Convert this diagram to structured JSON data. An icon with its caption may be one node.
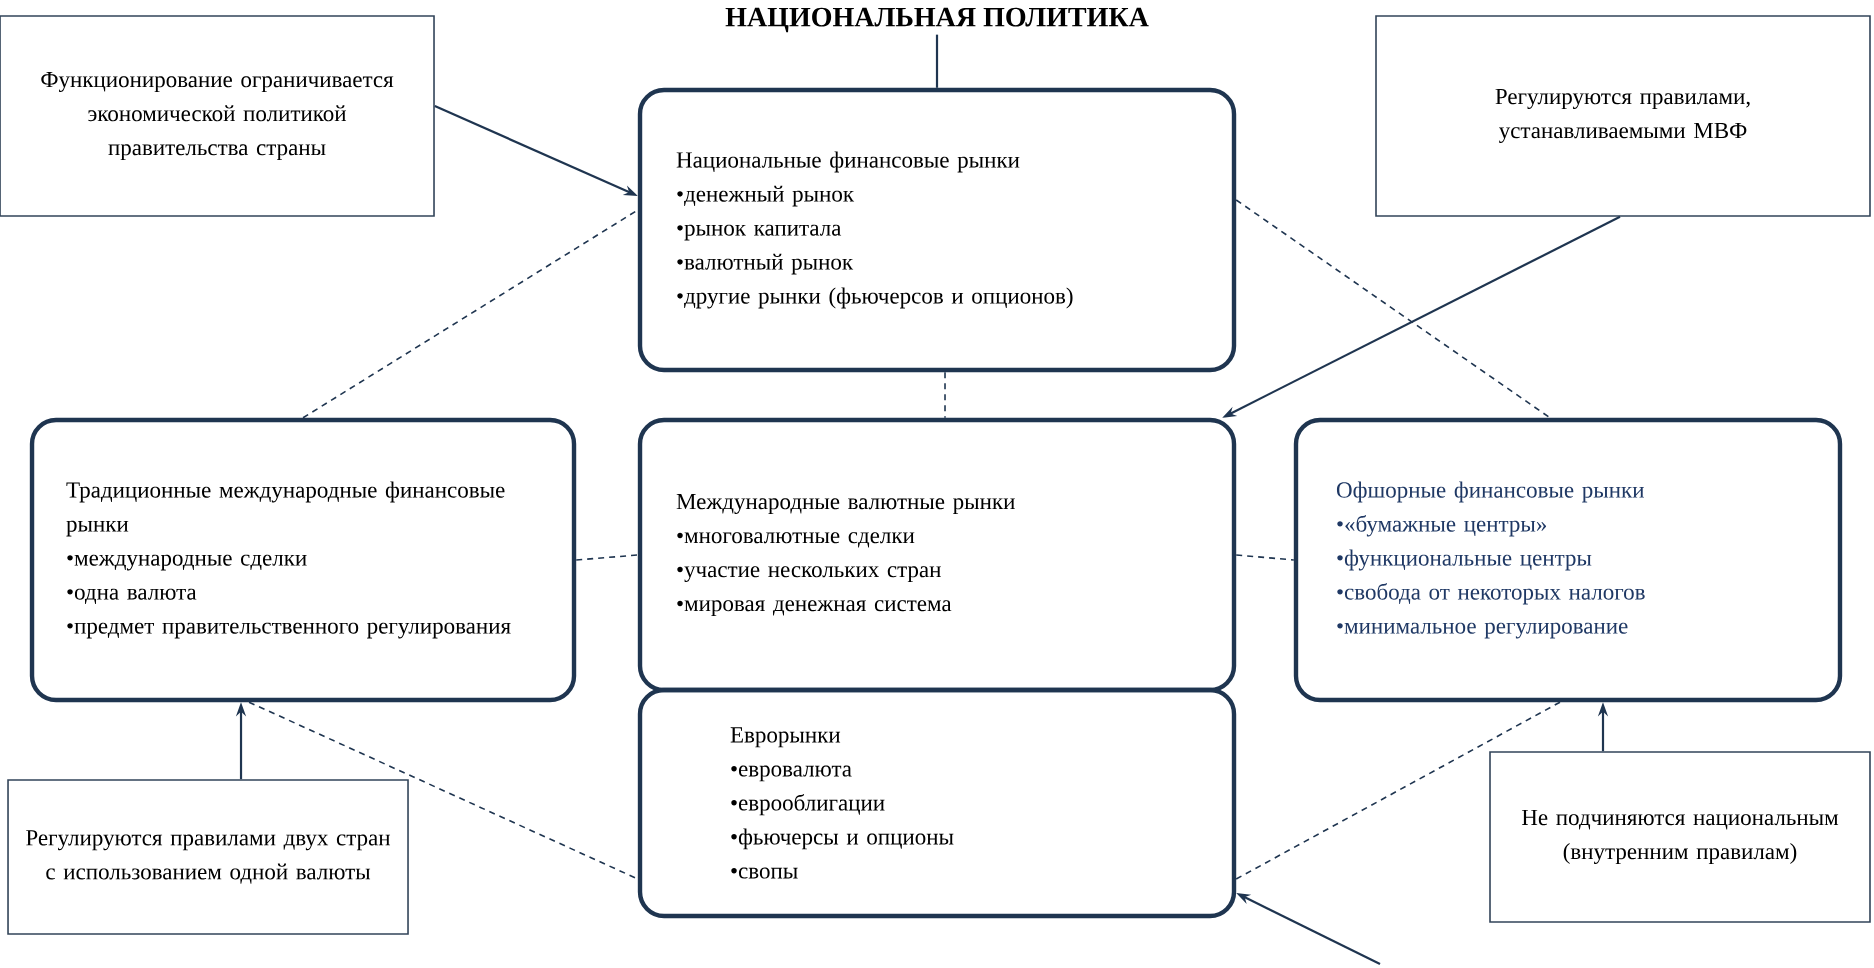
{
  "diagram": {
    "nodes": [
      {
        "text": [
          "НАЦИОНАЛЬНАЯ ПОЛИТИКА"
        ]
      },
      {
        "text": [
          "Национальные финансовые рынки",
          "•денежный рынок",
          "•рынок капитала",
          "•валютный рынок",
          "•другие рынки (фьючерсов и опционов)"
        ]
      },
      {
        "text": [
          "Традиционные международные финансовые рынки",
          "•международные сделки",
          "•одна валюта",
          "•предмет правительственного регулирования"
        ]
      },
      {
        "text": [
          "Международные валютные рынки",
          "•многовалютные сделки",
          "•участие нескольких стран",
          "•мировая денежная система"
        ]
      },
      {
        "text": [
          "Еврорынки",
          "•евровалюта",
          "•еврооблигации",
          "•фьючерсы и опционы",
          "•свопы"
        ]
      },
      {
        "text": [
          "Офшорные финансовые рынки",
          "•«бумажные центры»",
          "•функциональные центры",
          "•свобода от некоторых налогов",
          "•минимальное регулирование"
        ]
      },
      {
        "text": [
          "Функционирование ограничивается экономической политикой правительства страны"
        ]
      },
      {
        "text": [
          "Регулируются правилами, устанавливаемыми МВФ"
        ]
      },
      {
        "text": [
          "Регулируются правилами двух стран с использованием одной валюты"
        ]
      },
      {
        "text": [
          "Не подчиняются национальным (внутренним правилам)"
        ]
      }
    ],
    "edges": [
      {
        "from": 0,
        "to": 1,
        "arrow": "none"
      },
      {
        "from": 6,
        "to": 1,
        "arrow": "to"
      },
      {
        "from": 7,
        "to": 3,
        "arrow": "to"
      },
      {
        "from": 8,
        "to": 2,
        "arrow": "to"
      },
      {
        "from": 9,
        "to": 5,
        "arrow": "to"
      },
      {
        "from": null,
        "to": 4,
        "arrow": "to"
      },
      {
        "from": 2,
        "to": 1,
        "arrow": "none",
        "style": "dashed"
      },
      {
        "from": 1,
        "to": 5,
        "arrow": "none",
        "style": "dashed"
      },
      {
        "from": 1,
        "to": 3,
        "arrow": "none",
        "style": "dashed"
      },
      {
        "from": 2,
        "to": 3,
        "arrow": "none",
        "style": "dashed"
      },
      {
        "from": 3,
        "to": 5,
        "arrow": "none",
        "style": "dashed"
      },
      {
        "from": 2,
        "to": 4,
        "arrow": "none",
        "style": "dashed"
      },
      {
        "from": 5,
        "to": 4,
        "arrow": "none",
        "style": "dashed"
      }
    ]
  }
}
